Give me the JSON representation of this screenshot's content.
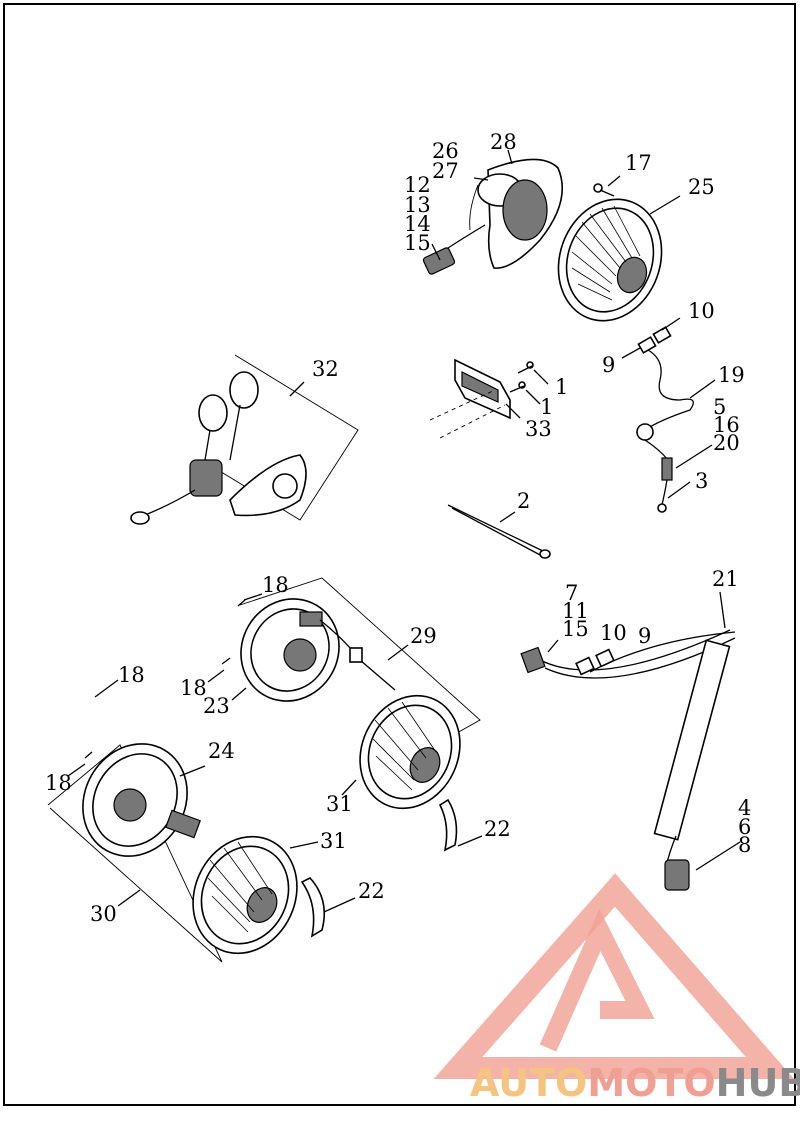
{
  "diagram": {
    "callouts": {
      "c1a": "1",
      "c1b": "1",
      "c2": "2",
      "c3": "3",
      "c4": "4",
      "c6": "6",
      "c8": "8",
      "c5": "5",
      "c16": "16",
      "c20": "20",
      "c7": "7",
      "c11": "11",
      "c15b": "15",
      "c9a": "9",
      "c9b": "9",
      "c10a": "10",
      "c10b": "10",
      "c12": "12",
      "c13": "13",
      "c14": "14",
      "c15a": "15",
      "c17": "17",
      "c18a": "18",
      "c18b": "18",
      "c18c": "18",
      "c18d": "18",
      "c19": "19",
      "c21": "21",
      "c22a": "22",
      "c22b": "22",
      "c23": "23",
      "c24": "24",
      "c25": "25",
      "c26": "26",
      "c27": "27",
      "c28": "28",
      "c29": "29",
      "c30": "30",
      "c31a": "31",
      "c31b": "31",
      "c32": "32",
      "c33": "33"
    }
  },
  "watermark": {
    "brand_part1": "AUTO",
    "brand_part2": "MOTO",
    "brand_part3": "HUB",
    "color_primary": "#f0a092",
    "color_secondary": "#f5c480",
    "color_dark": "#8a8a8a"
  }
}
